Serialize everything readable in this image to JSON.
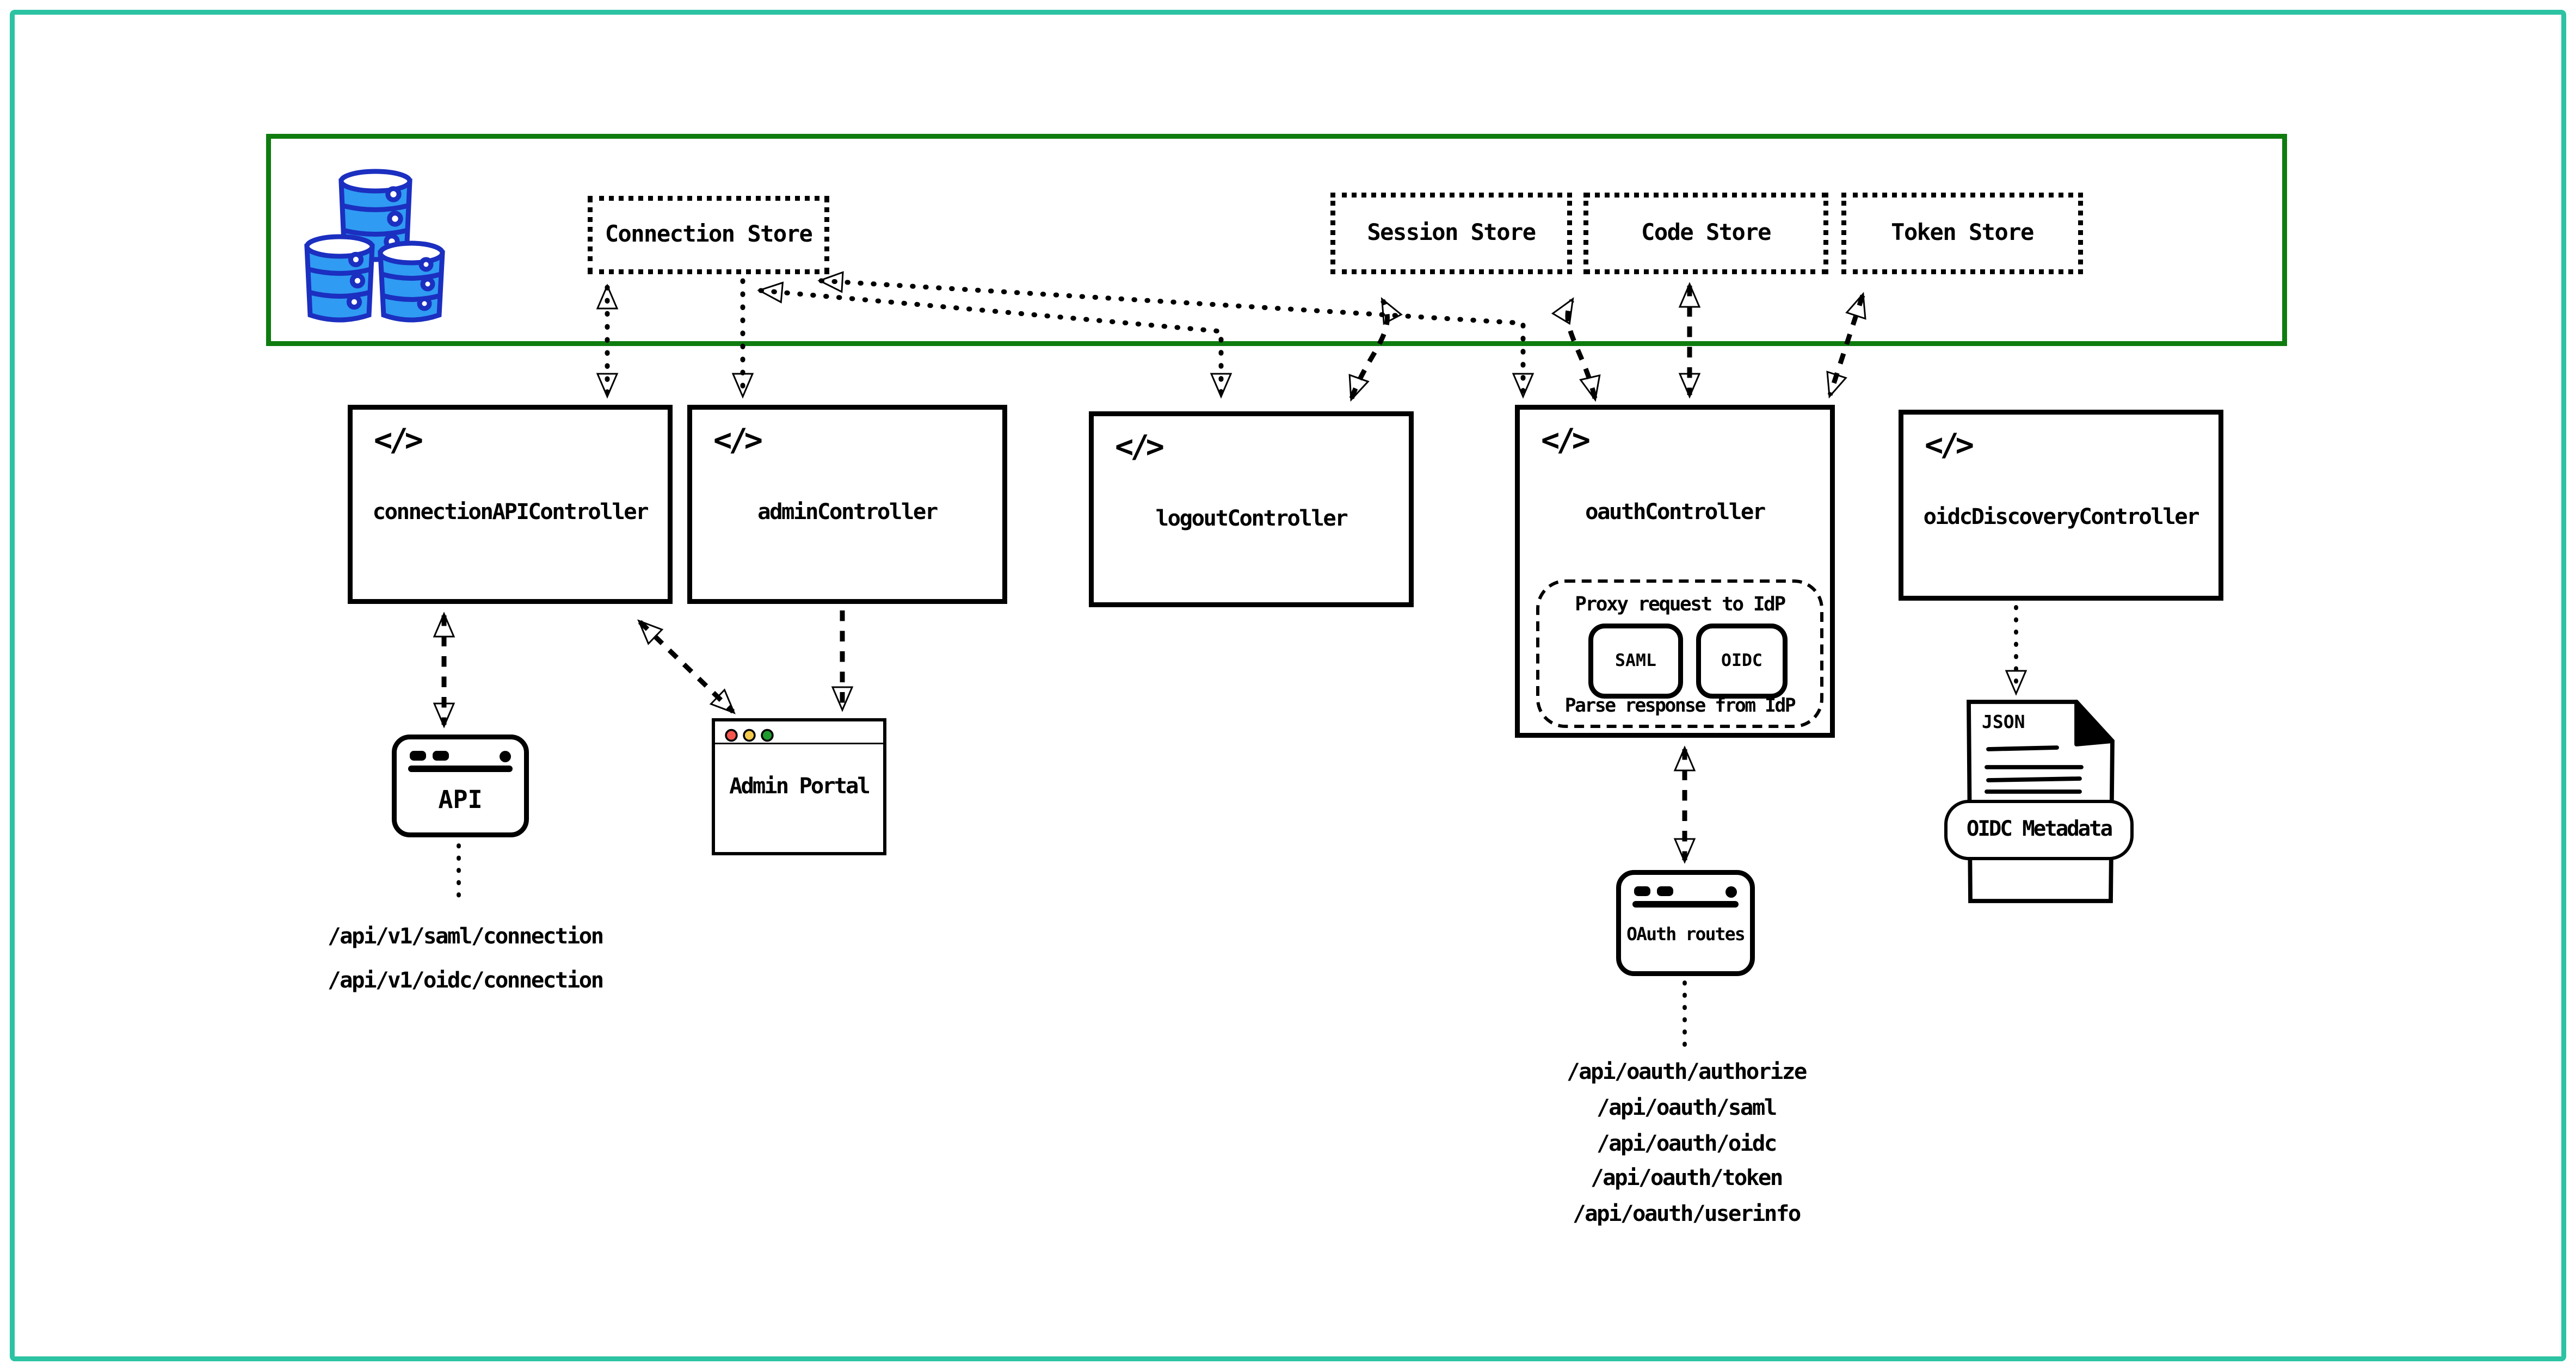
{
  "canvas": {
    "frame_color": "#2cc3a3",
    "data_layer_border_color": "#0f7c0f",
    "ink_color": "#000000"
  },
  "data_layer": {
    "database_icon": "database-barrels-icon",
    "database_fill": "#2f9bf2",
    "database_stroke": "#1b2fc0",
    "stores": [
      {
        "id": "connection-store",
        "label": "Connection Store"
      },
      {
        "id": "session-store",
        "label": "Session Store"
      },
      {
        "id": "code-store",
        "label": "Code Store"
      },
      {
        "id": "token-store",
        "label": "Token Store"
      }
    ]
  },
  "controllers": [
    {
      "id": "connection-api-controller",
      "icon": "code-icon",
      "label": "connectionAPIController"
    },
    {
      "id": "admin-controller",
      "icon": "code-icon",
      "label": "adminController"
    },
    {
      "id": "logout-controller",
      "icon": "code-icon",
      "label": "logoutController"
    },
    {
      "id": "oauth-controller",
      "icon": "code-icon",
      "label": "oauthController",
      "proxy": {
        "top": "Proxy request to IdP",
        "protocols": [
          "SAML",
          "OIDC"
        ],
        "bottom": "Parse response from IdP"
      }
    },
    {
      "id": "oidc-discovery-controller",
      "icon": "code-icon",
      "label": "oidcDiscoveryController"
    }
  ],
  "clients": {
    "api_window": {
      "icon": "browser-window-icon",
      "label": "API"
    },
    "admin_portal": {
      "icon": "browser-window-icon",
      "label": "Admin Portal",
      "traffic_lights": [
        "#f4564d",
        "#f2c94c",
        "#1f9a2e"
      ]
    },
    "oauth_routes": {
      "icon": "browser-window-icon",
      "label": "OAuth routes"
    },
    "oidc_metadata": {
      "icon": "json-document-icon",
      "file_type": "JSON",
      "label": "OIDC Metadata"
    }
  },
  "endpoints": {
    "connection_api": [
      "/api/v1/saml/connection",
      "/api/v1/oidc/connection"
    ],
    "oauth": [
      "/api/oauth/authorize",
      "/api/oauth/saml",
      "/api/oauth/oidc",
      "/api/oauth/token",
      "/api/oauth/userinfo"
    ]
  }
}
